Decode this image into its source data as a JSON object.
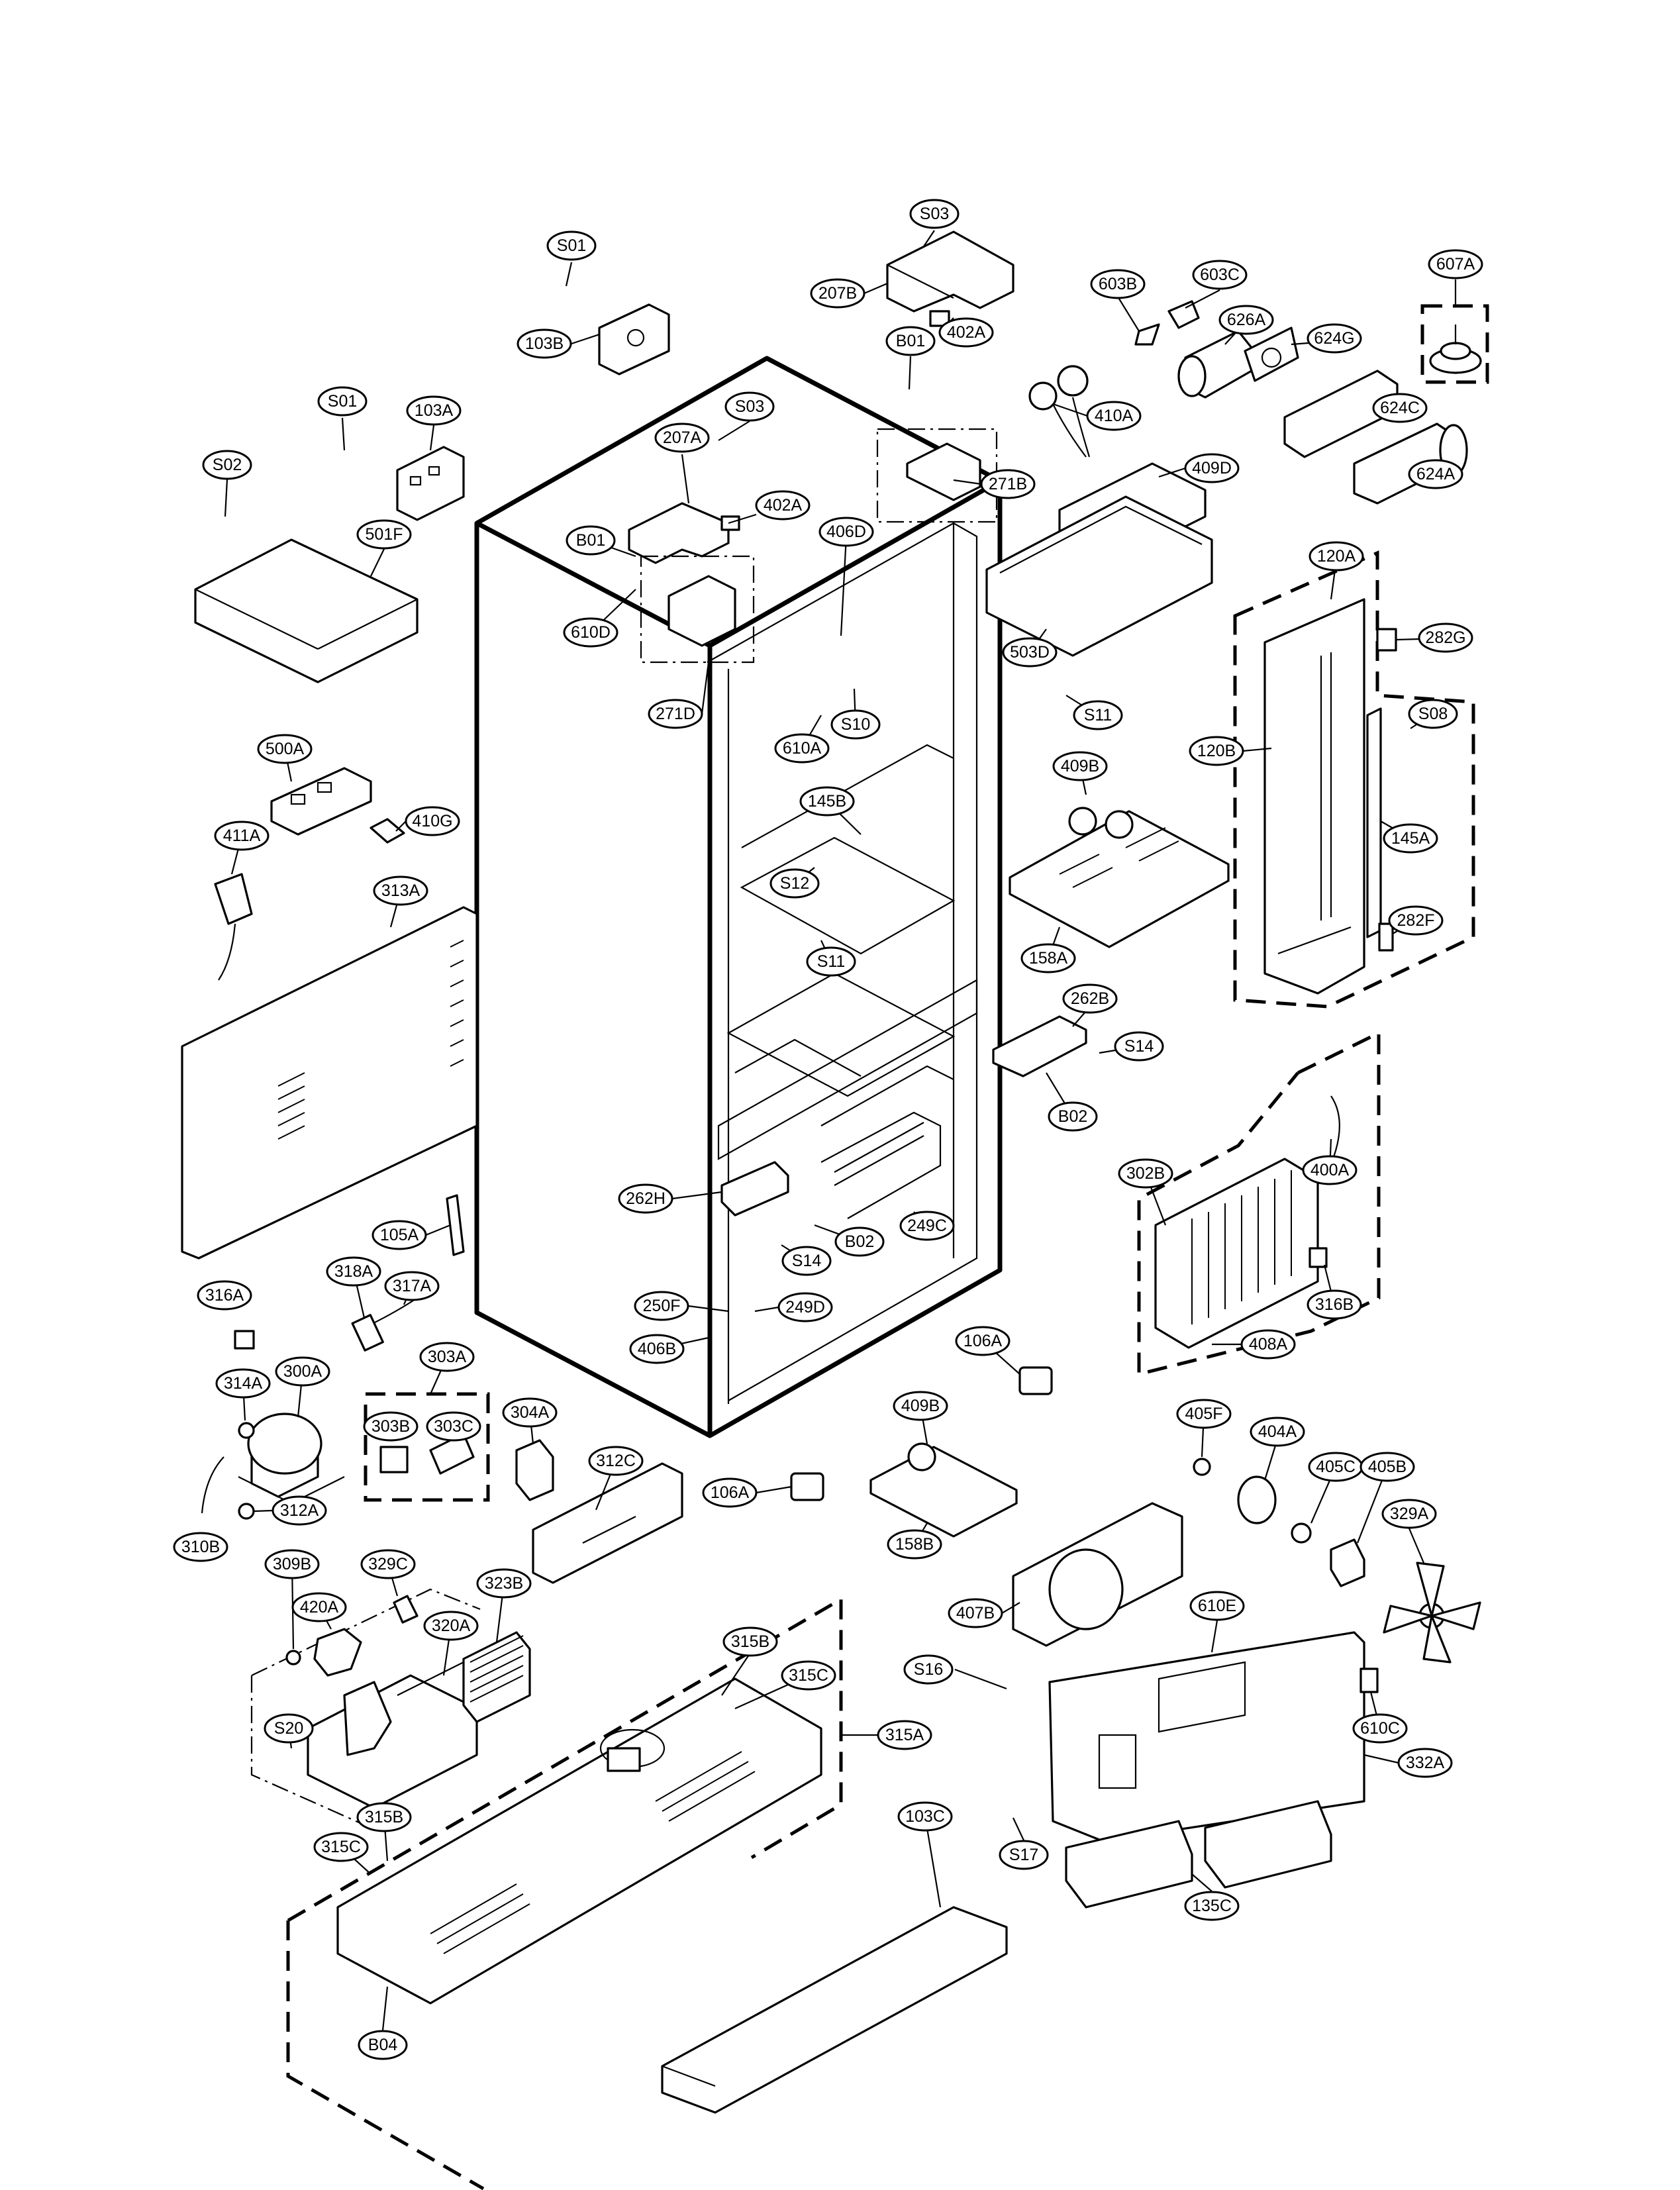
{
  "diagram": {
    "callouts": [
      {
        "id": "c-s03-top",
        "label": "S03"
      },
      {
        "id": "c-s01-top",
        "label": "S01"
      },
      {
        "id": "c-207b",
        "label": "207B"
      },
      {
        "id": "c-603b",
        "label": "603B"
      },
      {
        "id": "c-603c",
        "label": "603C"
      },
      {
        "id": "c-607a",
        "label": "607A"
      },
      {
        "id": "c-402a-top",
        "label": "402A"
      },
      {
        "id": "c-103b",
        "label": "103B"
      },
      {
        "id": "c-b01-top",
        "label": "B01"
      },
      {
        "id": "c-626a",
        "label": "626A"
      },
      {
        "id": "c-624g",
        "label": "624G"
      },
      {
        "id": "c-s01-left",
        "label": "S01"
      },
      {
        "id": "c-103a",
        "label": "103A"
      },
      {
        "id": "c-s03-mid",
        "label": "S03"
      },
      {
        "id": "c-410a",
        "label": "410A"
      },
      {
        "id": "c-624c",
        "label": "624C"
      },
      {
        "id": "c-207a",
        "label": "207A"
      },
      {
        "id": "c-s02",
        "label": "S02"
      },
      {
        "id": "c-271b",
        "label": "271B"
      },
      {
        "id": "c-409d",
        "label": "409D"
      },
      {
        "id": "c-624a",
        "label": "624A"
      },
      {
        "id": "c-402a-mid",
        "label": "402A"
      },
      {
        "id": "c-501f",
        "label": "501F"
      },
      {
        "id": "c-b01-mid",
        "label": "B01"
      },
      {
        "id": "c-406d",
        "label": "406D"
      },
      {
        "id": "c-120a",
        "label": "120A"
      },
      {
        "id": "c-610d",
        "label": "610D"
      },
      {
        "id": "c-282g",
        "label": "282G"
      },
      {
        "id": "c-503d",
        "label": "503D"
      },
      {
        "id": "c-271d",
        "label": "271D"
      },
      {
        "id": "c-s11-top",
        "label": "S11"
      },
      {
        "id": "c-s08",
        "label": "S08"
      },
      {
        "id": "c-s10",
        "label": "S10"
      },
      {
        "id": "c-500a",
        "label": "500A"
      },
      {
        "id": "c-610a",
        "label": "610A"
      },
      {
        "id": "c-120b",
        "label": "120B"
      },
      {
        "id": "c-409b-top",
        "label": "409B"
      },
      {
        "id": "c-145b",
        "label": "145B"
      },
      {
        "id": "c-410g",
        "label": "410G"
      },
      {
        "id": "c-411a",
        "label": "411A"
      },
      {
        "id": "c-145a",
        "label": "145A"
      },
      {
        "id": "c-313a",
        "label": "313A"
      },
      {
        "id": "c-s12",
        "label": "S12"
      },
      {
        "id": "c-282f",
        "label": "282F"
      },
      {
        "id": "c-158a",
        "label": "158A"
      },
      {
        "id": "c-s11-mid",
        "label": "S11"
      },
      {
        "id": "c-262b",
        "label": "262B"
      },
      {
        "id": "c-s14-right",
        "label": "S14"
      },
      {
        "id": "c-b02-right",
        "label": "B02"
      },
      {
        "id": "c-400a",
        "label": "400A"
      },
      {
        "id": "c-302b",
        "label": "302B"
      },
      {
        "id": "c-262h",
        "label": "262H"
      },
      {
        "id": "c-b02-mid",
        "label": "B02"
      },
      {
        "id": "c-249c",
        "label": "249C"
      },
      {
        "id": "c-105a",
        "label": "105A"
      },
      {
        "id": "c-s14-mid",
        "label": "S14"
      },
      {
        "id": "c-318a",
        "label": "318A"
      },
      {
        "id": "c-317a",
        "label": "317A"
      },
      {
        "id": "c-316a",
        "label": "316A"
      },
      {
        "id": "c-250f",
        "label": "250F"
      },
      {
        "id": "c-249d",
        "label": "249D"
      },
      {
        "id": "c-316b",
        "label": "316B"
      },
      {
        "id": "c-406b",
        "label": "406B"
      },
      {
        "id": "c-408a",
        "label": "408A"
      },
      {
        "id": "c-106a-right",
        "label": "106A"
      },
      {
        "id": "c-303a",
        "label": "303A"
      },
      {
        "id": "c-314a",
        "label": "314A"
      },
      {
        "id": "c-300a",
        "label": "300A"
      },
      {
        "id": "c-304a",
        "label": "304A"
      },
      {
        "id": "c-409b-mid",
        "label": "409B"
      },
      {
        "id": "c-405f",
        "label": "405F"
      },
      {
        "id": "c-404a",
        "label": "404A"
      },
      {
        "id": "c-303b",
        "label": "303B"
      },
      {
        "id": "c-303c",
        "label": "303C"
      },
      {
        "id": "c-312c",
        "label": "312C"
      },
      {
        "id": "c-405c",
        "label": "405C"
      },
      {
        "id": "c-405b",
        "label": "405B"
      },
      {
        "id": "c-106a-mid",
        "label": "106A"
      },
      {
        "id": "c-312a",
        "label": "312A"
      },
      {
        "id": "c-329a",
        "label": "329A"
      },
      {
        "id": "c-310b",
        "label": "310B"
      },
      {
        "id": "c-158b",
        "label": "158B"
      },
      {
        "id": "c-309b",
        "label": "309B"
      },
      {
        "id": "c-329c",
        "label": "329C"
      },
      {
        "id": "c-420a",
        "label": "420A"
      },
      {
        "id": "c-323b",
        "label": "323B"
      },
      {
        "id": "c-407b",
        "label": "407B"
      },
      {
        "id": "c-320a",
        "label": "320A"
      },
      {
        "id": "c-610e",
        "label": "610E"
      },
      {
        "id": "c-315b-top",
        "label": "315B"
      },
      {
        "id": "c-s16",
        "label": "S16"
      },
      {
        "id": "c-315c-top",
        "label": "315C"
      },
      {
        "id": "c-s20",
        "label": "S20"
      },
      {
        "id": "c-315a",
        "label": "315A"
      },
      {
        "id": "c-610c",
        "label": "610C"
      },
      {
        "id": "c-332a",
        "label": "332A"
      },
      {
        "id": "c-103c",
        "label": "103C"
      },
      {
        "id": "c-315b-bot",
        "label": "315B"
      },
      {
        "id": "c-315c-bot",
        "label": "315C"
      },
      {
        "id": "c-135c",
        "label": "135C"
      },
      {
        "id": "c-s17",
        "label": "S17"
      },
      {
        "id": "c-b04",
        "label": "B04"
      }
    ]
  }
}
